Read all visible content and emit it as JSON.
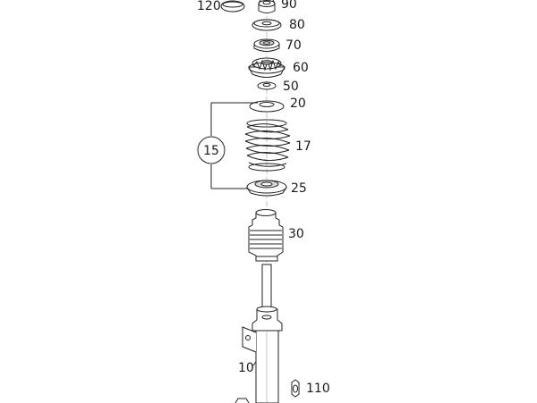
{
  "diagram": {
    "labels": {
      "p120": "120",
      "p90": "90",
      "p80": "80",
      "p70": "70",
      "p60": "60",
      "p50": "50",
      "p20": "20",
      "p15": "15",
      "p17": "17",
      "p25": "25",
      "p30": "30",
      "p10": "10",
      "p110": "110"
    }
  }
}
